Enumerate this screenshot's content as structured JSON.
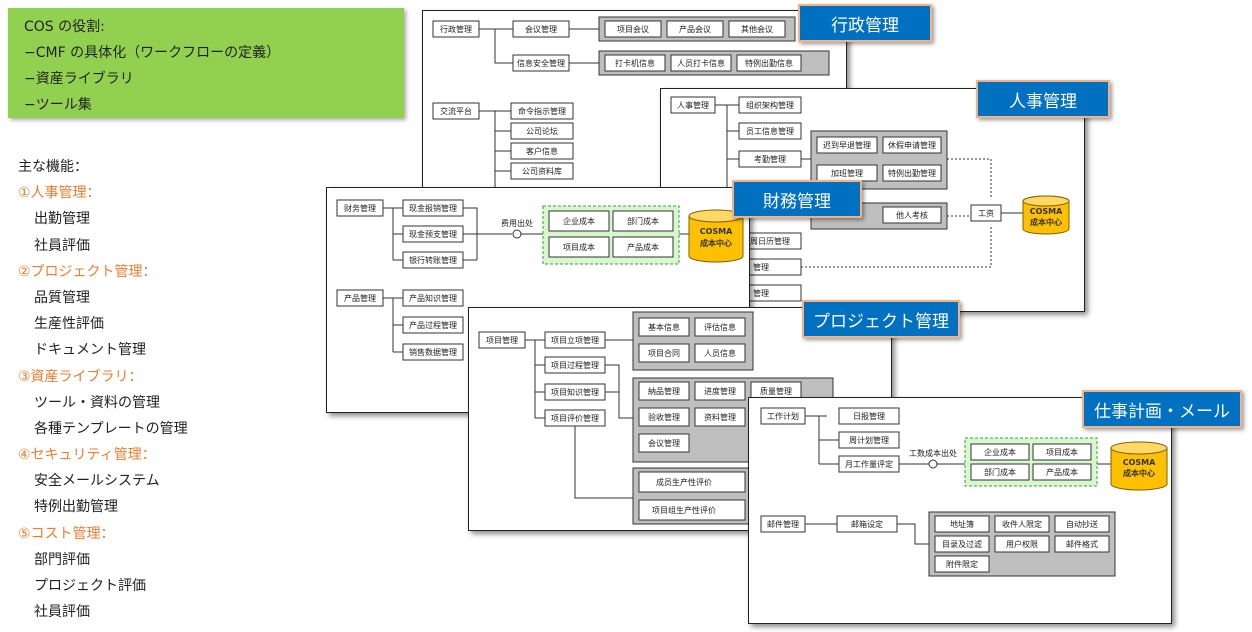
{
  "intro": {
    "heading": "COS の役割:",
    "lines": [
      "−CMF の具体化（ワークフローの定義）",
      "−資産ライブラリ",
      "−ツール集"
    ]
  },
  "features": {
    "heading": "主な機能：",
    "groups": [
      {
        "title": "①人事管理：",
        "items": [
          "出勤管理",
          "社員評価"
        ]
      },
      {
        "title": "②プロジェクト管理：",
        "items": [
          "品質管理",
          "生産性評価",
          "ドキュメント管理"
        ]
      },
      {
        "title": "③資産ライブラリ：",
        "items": [
          "ツール・資料の管理",
          "各種テンプレートの管理"
        ]
      },
      {
        "title": "④セキュリティ管理：",
        "items": [
          "安全メールシステム",
          "特例出勤管理"
        ]
      },
      {
        "title": "⑤コスト管理：",
        "items": [
          "部門評価",
          "プロジェクト評価",
          "社員評価"
        ]
      }
    ]
  },
  "cards": {
    "admin": {
      "title": "行政管理",
      "labels": {
        "root": "行政管理",
        "meeting": "会议管理",
        "infosec": "信息安全管理",
        "m1": "项目会议",
        "m2": "产品会议",
        "m3": "其他会议",
        "s1": "打卡机信息",
        "s2": "人员打卡信息",
        "s3": "特例出勤信息",
        "comm": "交流平台",
        "c1": "命令指示管理",
        "c2": "公司论坛",
        "c3": "客户信息",
        "c4": "公司资料库"
      }
    },
    "hr": {
      "title": "人事管理",
      "labels": {
        "root": "人事管理",
        "org": "组织架构管理",
        "staff": "员工信息管理",
        "attend": "考勤管理",
        "late": "迟到早退管理",
        "leave": "休假申请管理",
        "ot": "加班管理",
        "special": "特例出勤管理",
        "eval": "他人考核",
        "wage": "工资",
        "daily": "周日历管理",
        "mgmt1": "管理",
        "mgmt2": "管理",
        "cosma1": "COSMA",
        "cosma2": "成本中心"
      }
    },
    "finance": {
      "title": "財務管理",
      "labels": {
        "root": "财务管理",
        "f1": "现金报销管理",
        "f2": "现金预支管理",
        "f3": "银行转账管理",
        "expense": "费用出处",
        "g1": "企业成本",
        "g2": "部门成本",
        "g3": "项目成本",
        "g4": "产品成本",
        "cosma1": "COSMA",
        "cosma2": "成本中心",
        "product": "产品管理",
        "p1": "产品知识管理",
        "p2": "产品过程管理",
        "p3": "销售数据管理"
      }
    },
    "project": {
      "title": "プロジェクト管理",
      "labels": {
        "root": "项目管理",
        "a1": "项目立项管理",
        "a2": "项目过程管理",
        "a3": "项目知识管理",
        "a4": "项目评价管理",
        "b1": "基本信息",
        "b2": "评估信息",
        "b3": "项目合同",
        "b4": "人员信息",
        "d1": "納品管理",
        "d2": "进度管理",
        "d3": "质量管理",
        "d4": "验收管理",
        "d5": "资料管理",
        "d6": "会议管理",
        "e1": "成员生产性评价",
        "e2": "项目组生产性评价"
      }
    },
    "work": {
      "title": "仕事計画・メール",
      "labels": {
        "root": "工作计划",
        "w1": "日报管理",
        "w2": "周计划管理",
        "w3": "月工作量评定",
        "cost": "工数成本出处",
        "g1": "企业成本",
        "g2": "项目成本",
        "g3": "部门成本",
        "g4": "产品成本",
        "cosma1": "COSMA",
        "cosma2": "成本中心",
        "mail": "邮件管理",
        "mset": "邮箱设定",
        "x1": "地址簿",
        "x2": "收件人限定",
        "x3": "自动抄送",
        "x4": "目录及过滤",
        "x5": "用户权限",
        "x6": "邮件格式",
        "x7": "附件限定"
      }
    }
  }
}
